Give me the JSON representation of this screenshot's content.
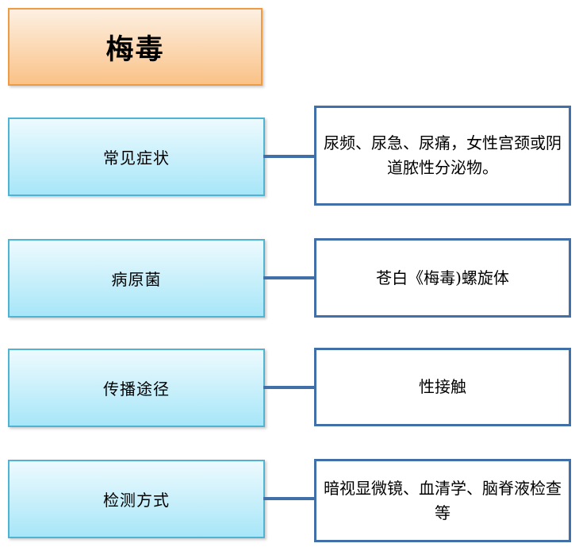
{
  "title": {
    "text": "梅毒"
  },
  "rows": [
    {
      "label": "常见症状",
      "description": "尿频、尿急、尿痛，女性宫颈或阴道脓性分泌物。"
    },
    {
      "label": "病原菌",
      "description": "苍白《梅毒)螺旋体"
    },
    {
      "label": "传播途径",
      "description": "性接触"
    },
    {
      "label": "检测方式",
      "description": "暗视显微镜、血清学、脑脊液检查等"
    }
  ],
  "colors": {
    "title_fill_top": "#fdf0e2",
    "title_fill_bottom": "#fac287",
    "title_border": "#ed9c45",
    "label_fill_top": "#edfafe",
    "label_fill_bottom": "#a7e6f8",
    "label_border": "#4fb3d3",
    "desc_border": "#4170a8",
    "connector": "#4170a8",
    "text": "#000000"
  }
}
